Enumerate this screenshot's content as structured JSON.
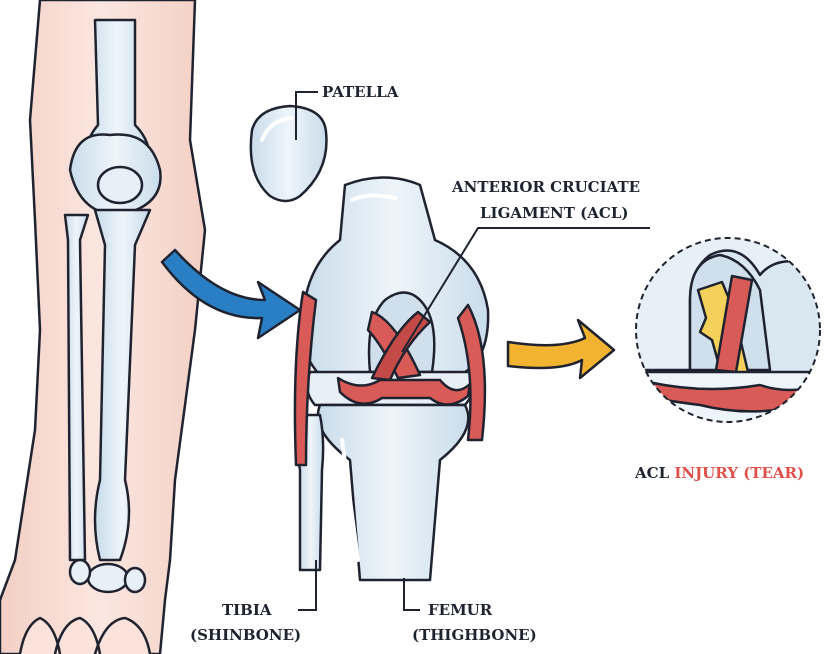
{
  "labels": {
    "patella": "PATELLA",
    "acl_line1": "ANTERIOR CRUCIATE",
    "acl_line2": "LIGAMENT (ACL)",
    "tibia_line1": "TIBIA",
    "tibia_line2": "(SHINBONE)",
    "femur_line1": "FEMUR",
    "femur_line2": "(THIGHBONE)",
    "injury_prefix": "ACL ",
    "injury_highlight": "INJURY (TEAR)"
  },
  "colors": {
    "outline": "#1f2330",
    "skin": "#f6d9cf",
    "bone": "#d5e5ef",
    "bone_light": "#eef5fa",
    "ligament": "#d95b57",
    "ligament_dark": "#b8403d",
    "tear_yellow": "#f3d15b",
    "arrow_blue": "#2a7fc4",
    "arrow_orange": "#f2b331",
    "highlight_red": "#e0504a"
  },
  "icons": {
    "blue_arrow": "curved-arrow-right-icon",
    "orange_arrow": "curved-arrow-right-icon"
  }
}
